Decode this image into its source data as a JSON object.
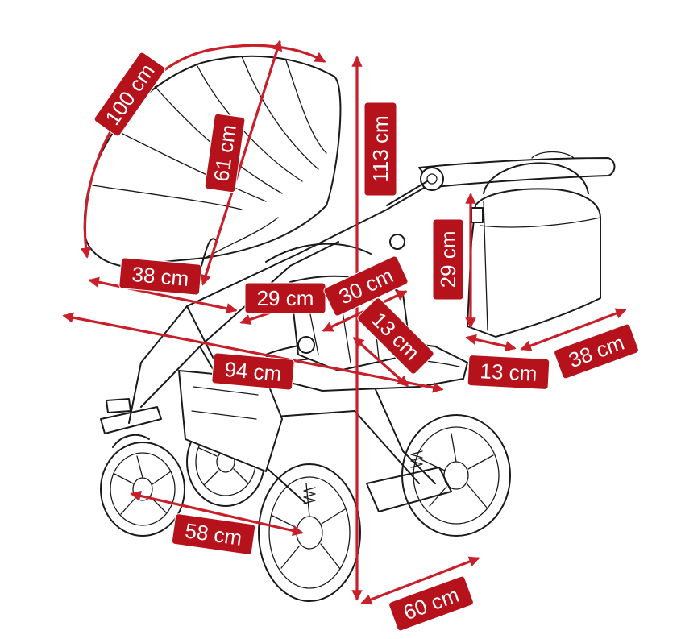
{
  "diagram": {
    "accent_color": "#b5121b",
    "line_color": "#1a1a1a",
    "subject_icon": "pram-stroller-drawing"
  },
  "dimensions": {
    "hood_arc": "100 cm",
    "hood_height": "61 cm",
    "total_height": "113 cm",
    "bag_height": "29 cm",
    "carrycot_width": "38 cm",
    "seat_width": "29 cm",
    "seat_depth": "30 cm",
    "footrest_depth": "13 cm",
    "total_length": "94 cm",
    "bag_depth": "13 cm",
    "bag_width": "38 cm",
    "wheelbase": "58 cm",
    "track_width": "60 cm"
  }
}
